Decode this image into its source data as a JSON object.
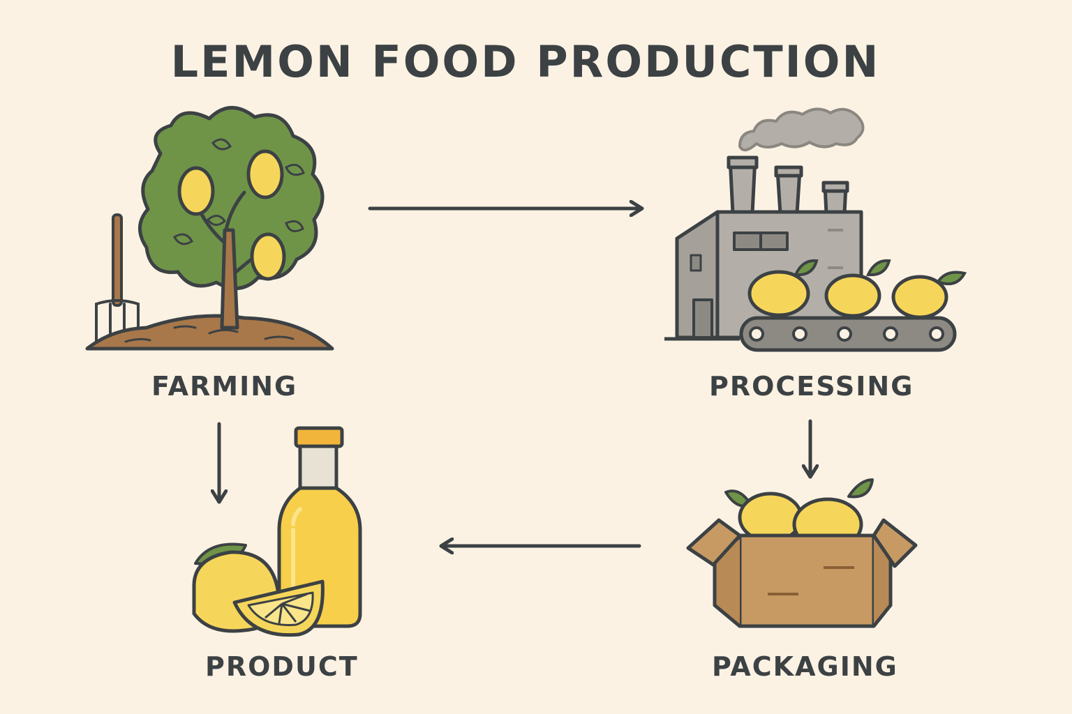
{
  "title": "LEMON FOOD PRODUCTION",
  "stages": {
    "farming": "FARMING",
    "processing": "PROCESSING",
    "packaging": "PACKAGING",
    "product": "PRODUCT"
  },
  "colors": {
    "background": "#fbf2e3",
    "outline": "#3c4144",
    "lemon": "#f6d65a",
    "leaf": "#6f9448",
    "soil": "#a8784a",
    "factory": "#b3afa8",
    "box": "#c79a63",
    "juice": "#f7cf4a"
  },
  "icons": [
    "lemon-tree-icon",
    "pitchfork-icon",
    "factory-icon",
    "conveyor-belt-icon",
    "cardboard-box-icon",
    "juice-bottle-icon",
    "lemon-slice-icon"
  ]
}
